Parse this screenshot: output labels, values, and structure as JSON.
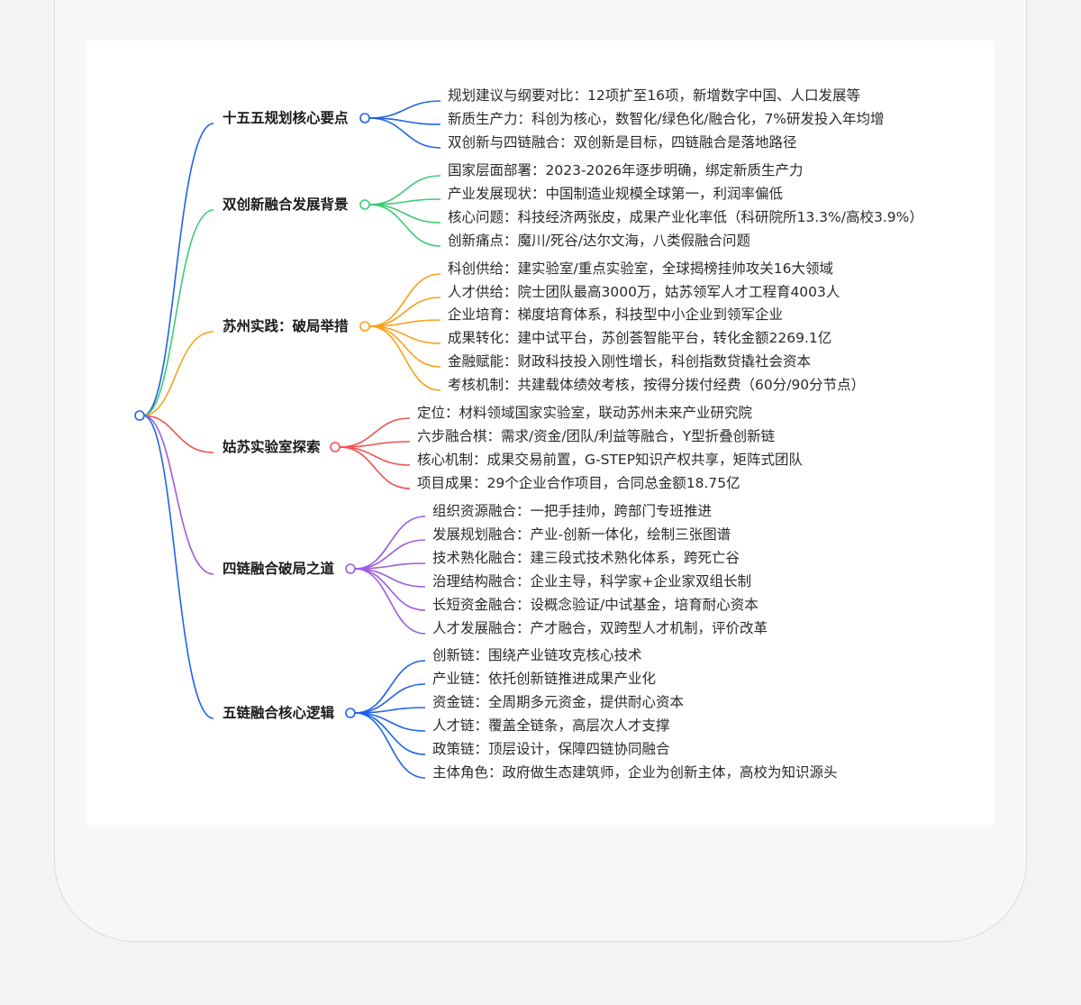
{
  "mindmap": {
    "branches": [
      {
        "label": "十五五规划核心要点",
        "color": "#1f63e6",
        "children": [
          "规划建议与纲要对比：12项扩至16项，新增数字中国、人口发展等",
          "新质生产力：科创为核心，数智化/绿色化/融合化，7%研发投入年均增",
          "双创新与四链融合：双创新是目标，四链融合是落地路径"
        ]
      },
      {
        "label": "双创新融合发展背景",
        "color": "#3dcb72",
        "children": [
          "国家层面部署：2023-2026年逐步明确，绑定新质生产力",
          "产业发展现状：中国制造业规模全球第一，利润率偏低",
          "核心问题：科技经济两张皮，成果产业化率低（科研院所13.3%/高校3.9%）",
          "创新痛点：魔川/死谷/达尔文海，八类假融合问题"
        ]
      },
      {
        "label": "苏州实践：破局举措",
        "color": "#f7a21b",
        "children": [
          "科创供给：建实验室/重点实验室，全球揭榜挂帅攻关16大领域",
          "人才供给：院士团队最高3000万，姑苏领军人才工程育4003人",
          "企业培育：梯度培育体系，科技型中小企业到领军企业",
          "成果转化：建中试平台，苏创荟智能平台，转化金额2269.1亿",
          "金融赋能：财政科技投入刚性增长，科创指数贷撬社会资本",
          "考核机制：共建载体绩效考核，按得分拨付经费（60分/90分节点）"
        ]
      },
      {
        "label": "姑苏实验室探索",
        "color": "#ef5350",
        "children": [
          "定位：材料领域国家实验室，联动苏州未来产业研究院",
          "六步融合棋：需求/资金/团队/利益等融合，Y型折叠创新链",
          "核心机制：成果交易前置，G-STEP知识产权共享，矩阵式团队",
          "项目成果：29个企业合作项目，合同总金额18.75亿"
        ]
      },
      {
        "label": "四链融合破局之道",
        "color": "#9c5ce0",
        "children": [
          "组织资源融合：一把手挂帅，跨部门专班推进",
          "发展规划融合：产业-创新一体化，绘制三张图谱",
          "技术熟化融合：建三段式技术熟化体系，跨死亡谷",
          "治理结构融合：企业主导，科学家+企业家双组长制",
          "长短资金融合：设概念验证/中试基金，培育耐心资本",
          "人才发展融合：产才融合，双跨型人才机制，评价改革"
        ]
      },
      {
        "label": "五链融合核心逻辑",
        "color": "#1f63e6",
        "children": [
          "创新链：围绕产业链攻克核心技术",
          "产业链：依托创新链推进成果产业化",
          "资金链：全周期多元资金，提供耐心资本",
          "人才链：覆盖全链条，高层次人才支撑",
          "政策链：顶层设计，保障四链协同融合",
          "主体角色：政府做生态建筑师，企业为创新主体，高校为知识源头"
        ]
      }
    ]
  }
}
